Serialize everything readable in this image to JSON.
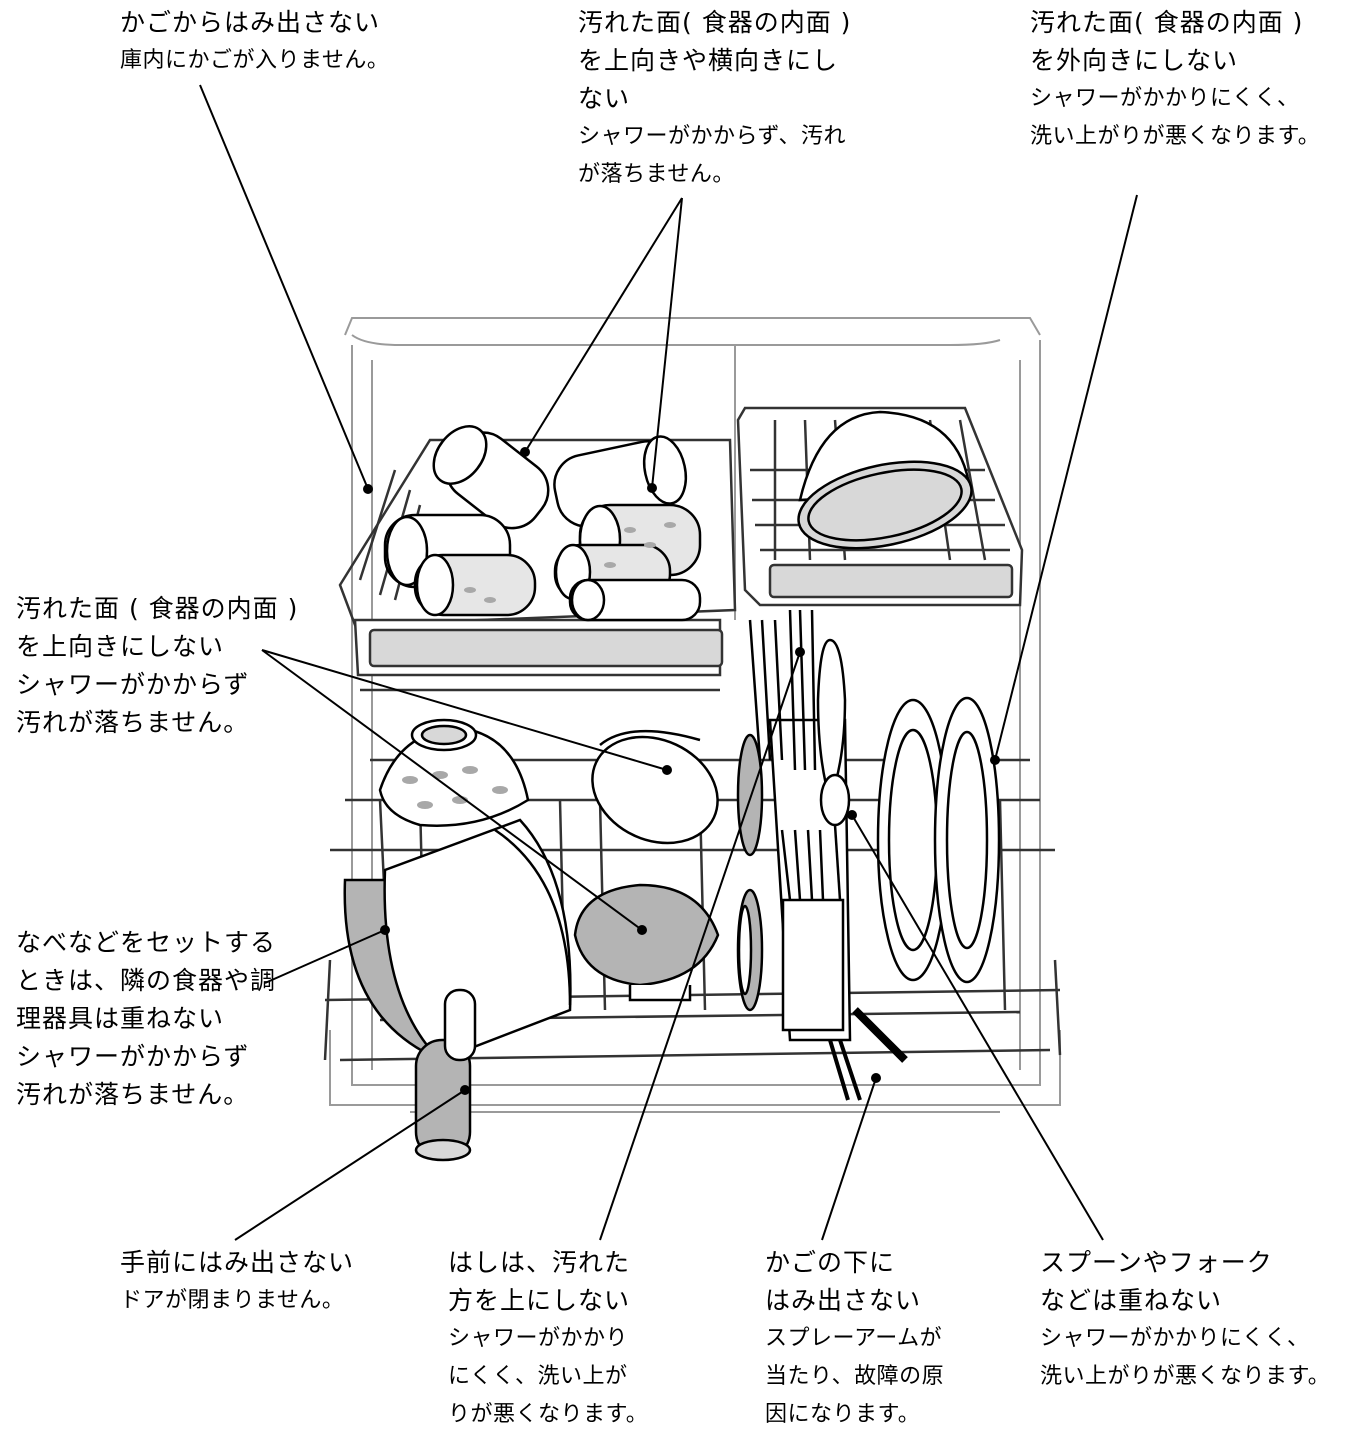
{
  "callouts": [
    {
      "id": "basket-overhang",
      "title": [
        "かごからはみ出さない"
      ],
      "desc": [
        "庫内にかごが入りません。"
      ]
    },
    {
      "id": "upper-cups",
      "title": [
        "汚れた面( 食器の内面 )",
        "を上向きや横向きにし",
        "ない"
      ],
      "desc": [
        "シャワーがかからず、汚れ",
        "が落ちません。"
      ]
    },
    {
      "id": "upper-right-dish",
      "title": [
        "汚れた面( 食器の内面 )",
        "を外向きにしない"
      ],
      "desc": [
        "シャワーがかかりにくく、",
        "洗い上がりが悪くなります。"
      ]
    },
    {
      "id": "bowls",
      "title": [
        "汚れた面 ( 食器の内面 )",
        "を上向きにしない"
      ],
      "desc": [
        "シャワーがかからず",
        "汚れが落ちません。"
      ]
    },
    {
      "id": "pot",
      "title": [
        "なべなどをセットする",
        "ときは、隣の食器や調",
        "理器具は重ねない"
      ],
      "desc": [
        "シャワーがかからず",
        "汚れが落ちません。"
      ]
    },
    {
      "id": "front",
      "title": [
        "手前にはみ出さない"
      ],
      "desc": [
        "ドアが閉まりません。"
      ]
    },
    {
      "id": "chopsticks",
      "title": [
        "はしは、汚れた",
        "方を上にしない"
      ],
      "desc": [
        "シャワーがかかり",
        "にくく、洗い上が",
        "りが悪くなります。"
      ]
    },
    {
      "id": "under-basket",
      "title": [
        "かごの下に",
        "はみ出さない"
      ],
      "desc": [
        "スプレーアームが",
        "当たり、故障の原",
        "因になります。"
      ]
    },
    {
      "id": "cutlery",
      "title": [
        "スプーンやフォーク",
        "などは重ねない"
      ],
      "desc": [
        "シャワーがかかりにくく、",
        "洗い上がりが悪くなります。"
      ]
    }
  ],
  "colors": {
    "ink": "#000000",
    "cabinet": "#9a9a9a",
    "basket": "#333333",
    "fill_gray": "#b4b4b4",
    "fill_light": "#d8d8d8",
    "pattern": "#a8a8a8"
  },
  "icons": [
    "dishwasher-illustration"
  ]
}
